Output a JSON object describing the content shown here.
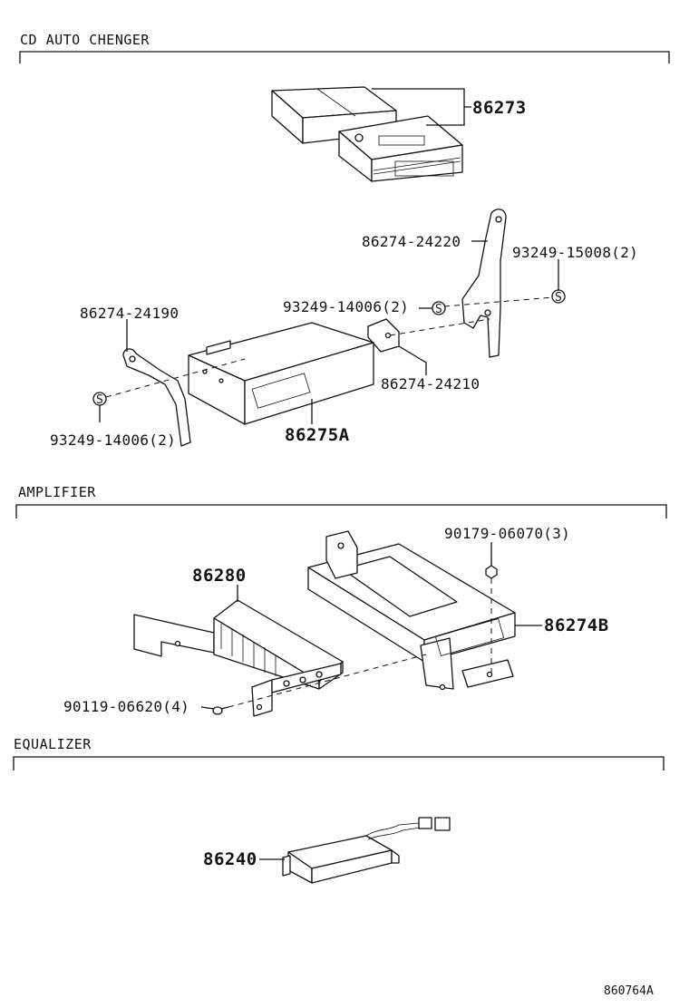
{
  "sections": {
    "cd": "CD AUTO CHENGER",
    "amp": "AMPLIFIER",
    "eq": "EQUALIZER"
  },
  "parts": {
    "cd_changer_set": "86273",
    "bracket_upper": "86274-24220",
    "screw_upper_right": "93249-15008(2)",
    "bracket_left": "86274-24190",
    "screw_center": "93249-14006(2)",
    "bracket_small": "86274-24210",
    "screw_lower_left": "93249-14006(2)",
    "cd_changer": "86275A",
    "amp_nut": "90179-06070(3)",
    "amplifier": "86280",
    "amp_bracket": "86274B",
    "amp_bolt": "90119-06620(4)",
    "equalizer": "86240"
  },
  "figure_ref": "860764A"
}
